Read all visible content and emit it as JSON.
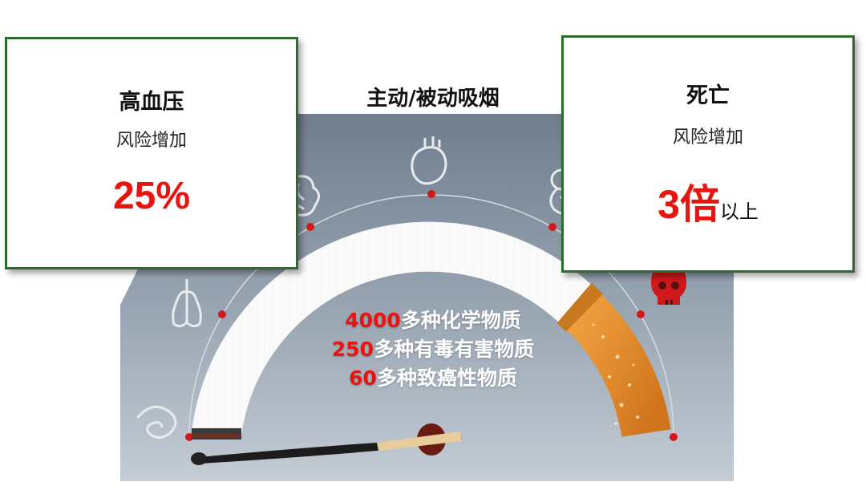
{
  "left_card": {
    "title": "高血压",
    "subtitle": "风险增加",
    "stat": "25%"
  },
  "right_card": {
    "title": "死亡",
    "subtitle": "风险增加",
    "stat_big": "3倍",
    "stat_small": "以上"
  },
  "center_title": "主动/被动吸烟",
  "facts": [
    {
      "number": "4000",
      "text": "多种化学物质"
    },
    {
      "number": "250",
      "text": "多种有毒有害物质"
    },
    {
      "number": "60",
      "text": "多种致癌性物质"
    }
  ],
  "icons": [
    "intestine-icon",
    "lungs-icon",
    "brain-icon",
    "heart-icon",
    "fetus-icon",
    "skull-icon"
  ],
  "colors": {
    "accent_red": "#e8140f",
    "border_green": "#2e6b2e",
    "panel_gray": "#7f8c9b",
    "filter_orange": "#e08a2a"
  }
}
